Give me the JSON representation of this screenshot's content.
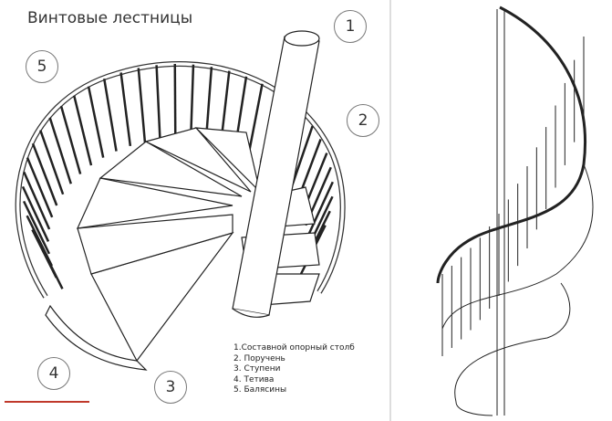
{
  "title": "Винтовые лестницы",
  "callouts": [
    "1",
    "2",
    "3",
    "4",
    "5"
  ],
  "legend": [
    "1.Составной опорный столб",
    "2. Поручень",
    "3. Ступени",
    "4. Тетива",
    "5. Балясины"
  ],
  "colors": {
    "line": "#222222",
    "accent": "#c0392b"
  }
}
